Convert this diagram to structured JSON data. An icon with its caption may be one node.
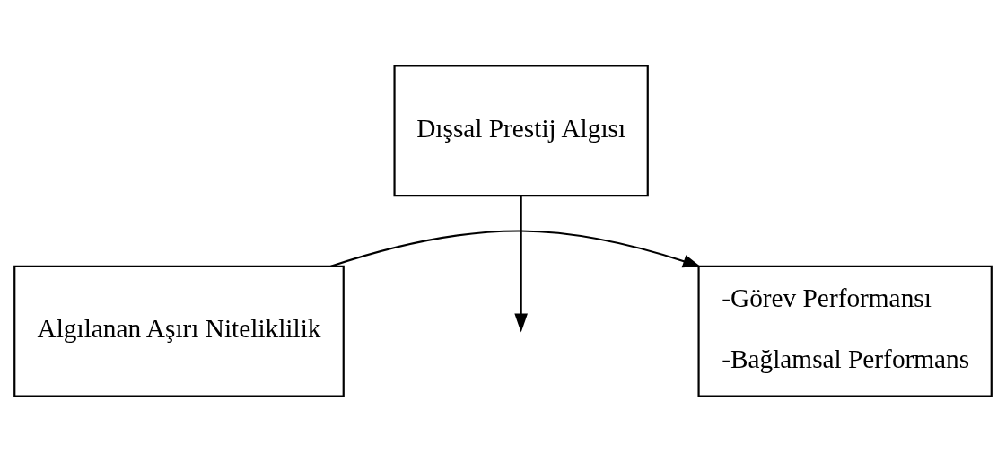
{
  "diagram": {
    "nodes": [
      {
        "text": [
          "Dışsal Prestij Algısı"
        ]
      },
      {
        "text": [
          "Algılanan Aşırı Niteliklilik"
        ]
      },
      {
        "text": [
          "-Görev Performansı",
          "-Bağlamsal Performans"
        ]
      }
    ],
    "edges": [
      {
        "from": 1,
        "to": 2,
        "arrow": "to"
      },
      {
        "from": 0,
        "to": null,
        "arrow": "to"
      }
    ]
  }
}
